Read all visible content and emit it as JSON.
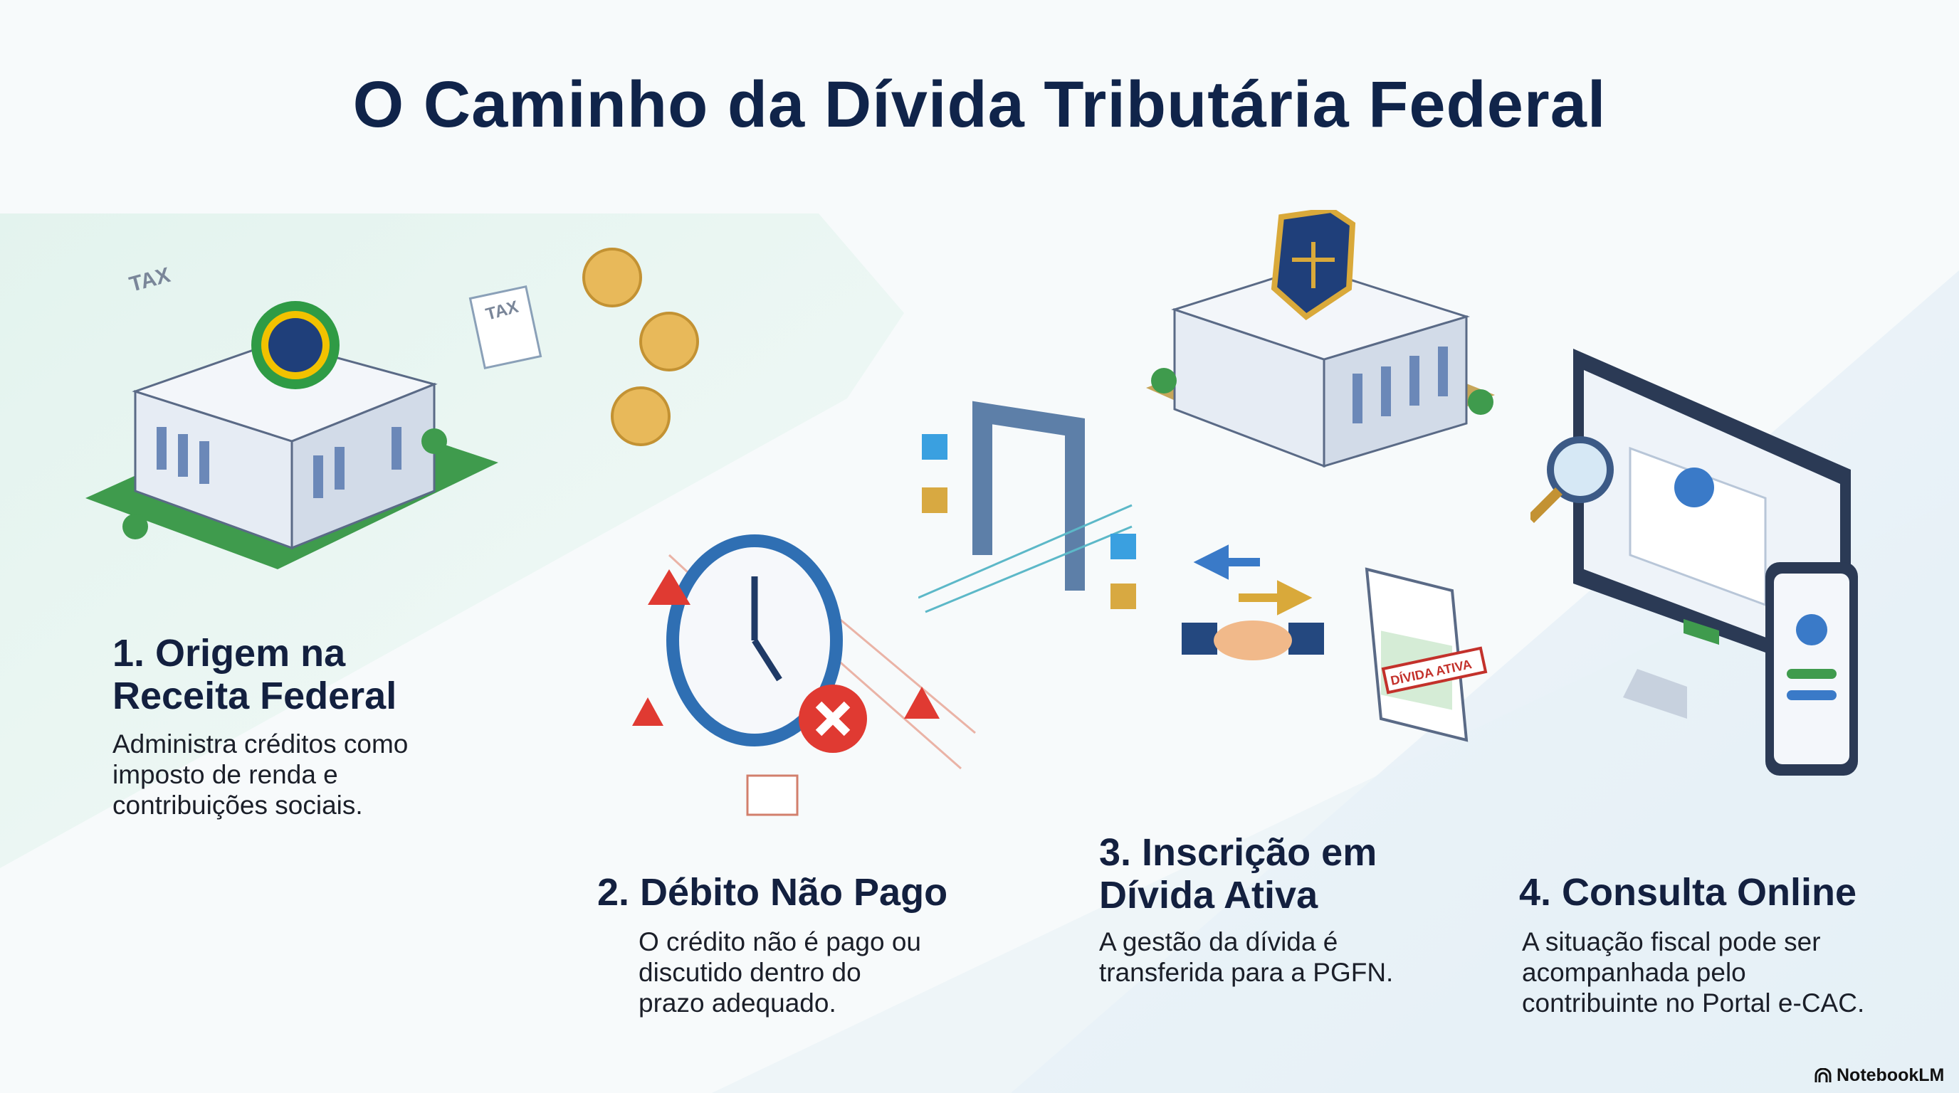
{
  "title": "O Caminho da Dívida Tributária Federal",
  "steps": [
    {
      "title_line1": "1. Origem na",
      "title_line2": "Receita Federal",
      "body": [
        "Administra créditos como",
        "imposto de renda e",
        "contribuições sociais."
      ]
    },
    {
      "title_line1": "2. Débito Não Pago",
      "body": [
        "O crédito não é pago ou",
        "discutido dentro do",
        "prazo adequado."
      ]
    },
    {
      "title_line1": "3. Inscrição em",
      "title_line2": "Dívida Ativa",
      "body": [
        "A gestão da dívida é",
        "transferida para a PGFN."
      ]
    },
    {
      "title_line1": "4. Consulta Online",
      "body": [
        "A situação fiscal pode ser",
        "acompanhada pelo",
        "contribuinte no Portal e-CAC."
      ]
    }
  ],
  "illustrations": {
    "tax_label_1": "TAX",
    "tax_label_2": "TAX",
    "stamp_label": "DÍVIDA ATIVA"
  },
  "brand": "NotebookLM",
  "colors": {
    "navy": "#10244a",
    "red": "#e03a32",
    "blue": "#2f6fb3",
    "green": "#3d9a4a",
    "gold": "#d9a93a"
  }
}
